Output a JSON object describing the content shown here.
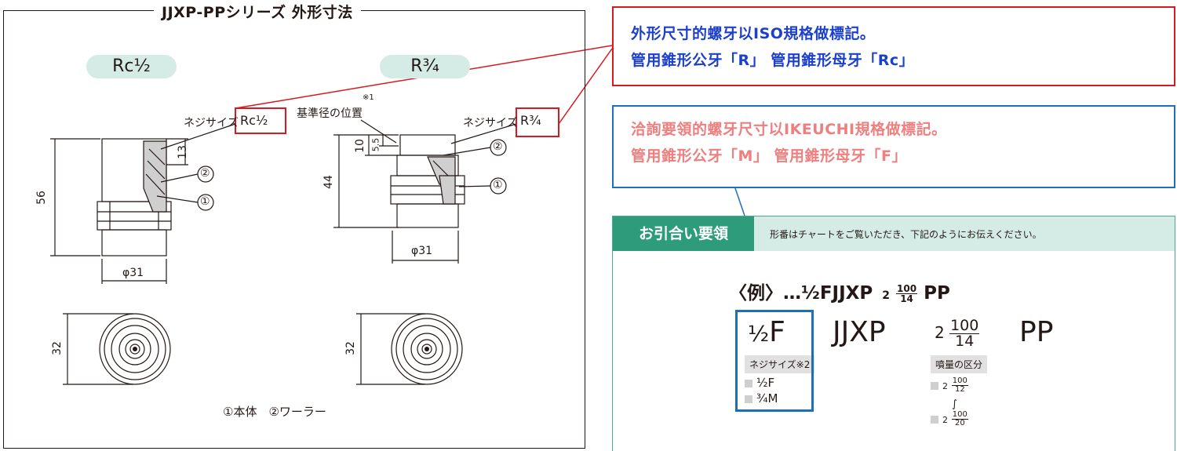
{
  "left_panel": {
    "title": "JJXP-PPシリーズ 外形寸法",
    "model_left": "Rc½",
    "model_right": "R¾",
    "labels": {
      "neji_left": "ネジサイズ",
      "neji_left_value": "Rc½",
      "kijun": "基準径の位置",
      "note_mark": "※1",
      "neji_right": "ネジサイズ",
      "neji_right_value": "R¾",
      "dim_56": "56",
      "dim_13": "13",
      "dim_31_left": "φ31",
      "dim_10": "10",
      "dim_55": "5.5",
      "dim_44": "44",
      "dim_31_right": "φ31",
      "dim_32_left": "32",
      "dim_32_right": "32",
      "callout_1": "①",
      "callout_2": "②",
      "legend": "①本体　②ワーラー"
    }
  },
  "note_red": {
    "line1": "外形尺寸的螺牙以ISO規格做標記。",
    "line2": "管用錐形公牙「R」 管用錐形母牙「Rc」"
  },
  "note_blue": {
    "line1": "洽詢要領的螺牙尺寸以IKEUCHI規格做標記。",
    "line2": "管用錐形公牙「M」 管用錐形母牙「F」"
  },
  "order": {
    "tab": "お引合い要領",
    "desc": "形番はチャートをご覧いただき、下記のようにお伝えください。",
    "example_prefix": "〈例〉…",
    "example_half": "½",
    "example_mid": "FJJXP",
    "example_coef": "2",
    "example_num": "100",
    "example_den": "14",
    "example_suffix": "PP",
    "part1_frac": "½",
    "part1_letter": "F",
    "part2": "JJXP",
    "part3_coef": "2",
    "part3_num": "100",
    "part3_den": "14",
    "part4": "PP",
    "chip1": "ネジサイズ※2",
    "chip1_opt1": "½F",
    "chip1_opt2": "¾M",
    "chip2": "噴量の区分",
    "range_coef_a": "2",
    "range_num_a": "100",
    "range_den_a": "12",
    "range_wave": "∫",
    "range_coef_b": "2",
    "range_num_b": "100",
    "range_den_b": "20"
  }
}
